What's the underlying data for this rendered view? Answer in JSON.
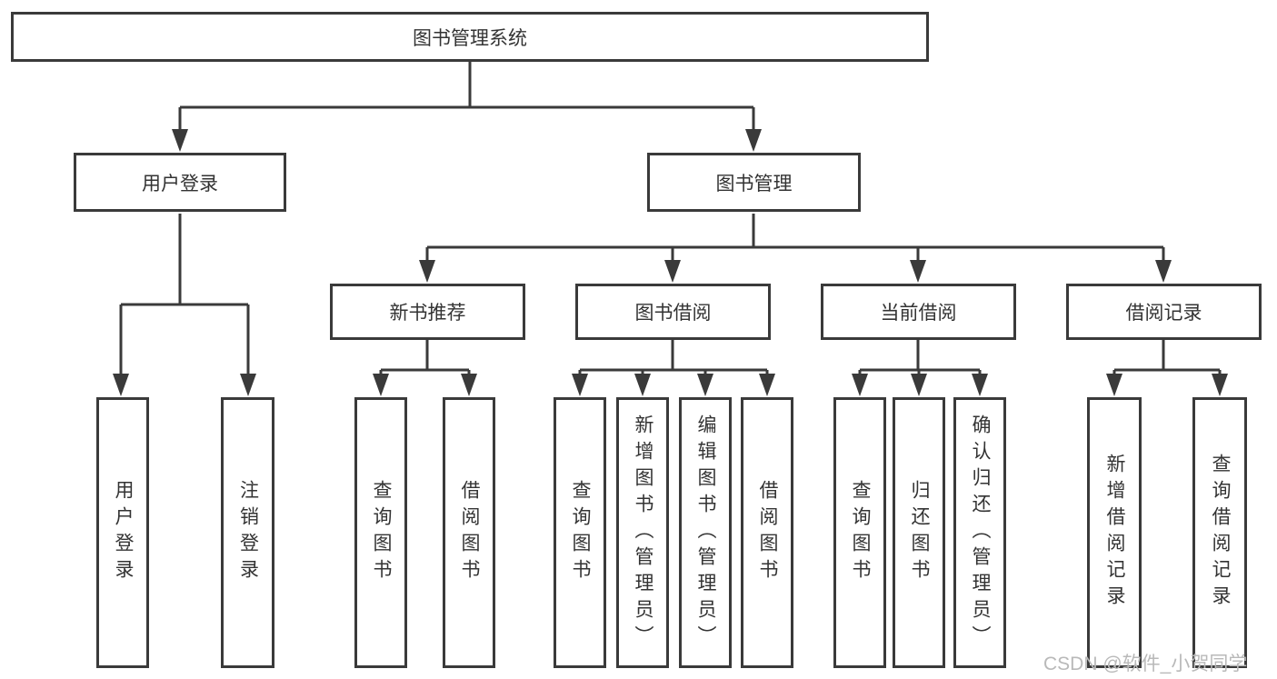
{
  "tree": {
    "root": {
      "label": "图书管理系统"
    },
    "branches": [
      {
        "label": "用户登录",
        "children": [
          {
            "label": "用户登录"
          },
          {
            "label": "注销登录"
          }
        ]
      },
      {
        "label": "图书管理",
        "children": [
          {
            "label": "新书推荐",
            "children": [
              {
                "label": "查询图书"
              },
              {
                "label": "借阅图书"
              }
            ]
          },
          {
            "label": "图书借阅",
            "children": [
              {
                "label": "查询图书"
              },
              {
                "label": "新增图书（管理员）"
              },
              {
                "label": "编辑图书（管理员）"
              },
              {
                "label": "借阅图书"
              }
            ]
          },
          {
            "label": "当前借阅",
            "children": [
              {
                "label": "查询图书"
              },
              {
                "label": "归还图书"
              },
              {
                "label": "确认归还（管理员）"
              }
            ]
          },
          {
            "label": "借阅记录",
            "children": [
              {
                "label": "新增借阅记录"
              },
              {
                "label": "查询借阅记录"
              }
            ]
          }
        ]
      }
    ]
  },
  "watermark": {
    "text": "CSDN @软件_小贺同学",
    "color": "#b9b9b9"
  },
  "colors": {
    "line": "#3a3a3a",
    "box_border": "#3a3a3a",
    "text": "#333333",
    "background": "#ffffff",
    "watermark": "#b9b9b9"
  }
}
